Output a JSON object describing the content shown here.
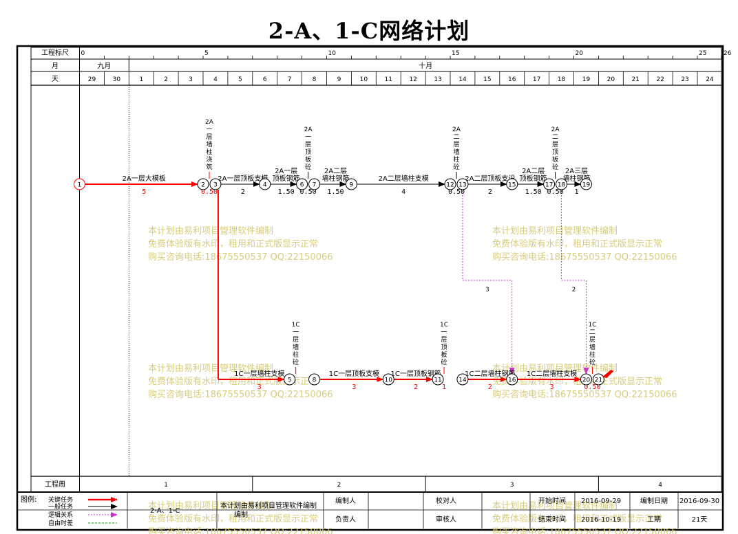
{
  "title": "2-A、1-C网络计划",
  "header": {
    "scale_label": "工程标尺",
    "month_label": "月",
    "day_label": "天",
    "week_label": "工程周",
    "scale_ticks": [
      {
        "day": 0,
        "label": "0"
      },
      {
        "day": 5,
        "label": "5"
      },
      {
        "day": 10,
        "label": "10"
      },
      {
        "day": 15,
        "label": "15"
      },
      {
        "day": 20,
        "label": "20"
      },
      {
        "day": 25,
        "label": "25"
      },
      {
        "day": 26,
        "label": "26"
      }
    ],
    "months": [
      {
        "label": "九月",
        "start": 0,
        "end": 2
      },
      {
        "label": "十月",
        "start": 2,
        "end": 26
      }
    ],
    "days": [
      "29",
      "30",
      "1",
      "2",
      "3",
      "4",
      "5",
      "6",
      "7",
      "8",
      "9",
      "10",
      "11",
      "12",
      "13",
      "14",
      "15",
      "16",
      "17",
      "18",
      "19",
      "20",
      "21",
      "22",
      "23",
      "24"
    ],
    "weeks": [
      {
        "label": "1",
        "start": 0,
        "end": 7
      },
      {
        "label": "2",
        "start": 7,
        "end": 14
      },
      {
        "label": "3",
        "start": 14,
        "end": 21
      },
      {
        "label": "4",
        "start": 21,
        "end": 26
      }
    ]
  },
  "colors": {
    "critical": "#ff0000",
    "normal": "#000000",
    "logic": "#cc33cc",
    "watermark": "#d8cc7a"
  },
  "network": {
    "nodes": [
      {
        "id": "1",
        "day": 0,
        "row": "a"
      },
      {
        "id": "2",
        "day": 5,
        "row": "a"
      },
      {
        "id": "3",
        "day": 5.5,
        "row": "a"
      },
      {
        "id": "4",
        "day": 7.5,
        "row": "a"
      },
      {
        "id": "6",
        "day": 9,
        "row": "a"
      },
      {
        "id": "7",
        "day": 9.5,
        "row": "a"
      },
      {
        "id": "9",
        "day": 11,
        "row": "a"
      },
      {
        "id": "12",
        "day": 15,
        "row": "a"
      },
      {
        "id": "13",
        "day": 15.5,
        "row": "a"
      },
      {
        "id": "15",
        "day": 17.5,
        "row": "a"
      },
      {
        "id": "17",
        "day": 19,
        "row": "a"
      },
      {
        "id": "18",
        "day": 19.5,
        "row": "a"
      },
      {
        "id": "19",
        "day": 20.5,
        "row": "a"
      },
      {
        "id": "5",
        "day": 8.5,
        "row": "b"
      },
      {
        "id": "8",
        "day": 9.5,
        "row": "b"
      },
      {
        "id": "10",
        "day": 12.5,
        "row": "b"
      },
      {
        "id": "11",
        "day": 14.5,
        "row": "b"
      },
      {
        "id": "14",
        "day": 15.5,
        "row": "b"
      },
      {
        "id": "16",
        "day": 17.5,
        "row": "b"
      },
      {
        "id": "20",
        "day": 20.5,
        "row": "b"
      },
      {
        "id": "21",
        "day": 21,
        "row": "b"
      }
    ],
    "arrows": [
      {
        "from": "1",
        "to": "2",
        "name": "2A一层大模板",
        "duration": "5",
        "critical": true
      },
      {
        "from": "3",
        "to": "4",
        "name": "2A一层顶板支模",
        "duration": "2",
        "critical": false
      },
      {
        "from": "4",
        "to": "6",
        "name": "2A一层顶板钢筋",
        "duration": "1.50",
        "critical": false
      },
      {
        "from": "7",
        "to": "9",
        "name": "2A二层墙柱钢筋",
        "duration": "1.50",
        "critical": false
      },
      {
        "from": "9",
        "to": "12",
        "name": "2A二层墙柱支模",
        "duration": "4",
        "critical": false
      },
      {
        "from": "13",
        "to": "15",
        "name": "2A二层顶板支设",
        "duration": "2",
        "critical": false
      },
      {
        "from": "15",
        "to": "17",
        "name": "2A二层顶板钢筋",
        "duration": "1.50",
        "critical": false
      },
      {
        "from": "18",
        "to": "19",
        "name": "2A三层墙柱钢筋",
        "duration": "1",
        "critical": false
      },
      {
        "from": "3",
        "to": "5",
        "name": "1C一层墙柱支模",
        "duration": "3",
        "critical": true
      },
      {
        "from": "8",
        "to": "10",
        "name": "1C一层顶板支模",
        "duration": "3",
        "critical": true
      },
      {
        "from": "10",
        "to": "11",
        "name": "1C一层顶板钢筋",
        "duration": "2",
        "critical": true
      },
      {
        "from": "14",
        "to": "16",
        "name": "1C二层墙柱钢筋",
        "duration": "2",
        "critical": true
      },
      {
        "from": "16",
        "to": "20",
        "name": "1C二层墙柱支模",
        "duration": "3",
        "critical": true
      }
    ],
    "pours": [
      {
        "node": "2",
        "name": "2A一层墙柱浇筑",
        "duration": "0.50",
        "critical": true
      },
      {
        "node": "6",
        "name": "2A一层顶板砼",
        "duration": "0.50",
        "critical": false
      },
      {
        "node": "12",
        "name": "2A二层墙柱砼",
        "duration": "0.50",
        "critical": false
      },
      {
        "node": "17",
        "name": "2A二层顶板砼",
        "duration": "0.50",
        "critical": false
      },
      {
        "node": "5",
        "name": "1C一层墙柱砼",
        "duration": "",
        "critical": true
      },
      {
        "node": "11",
        "name": "1C一层顶板砼",
        "duration": "1",
        "critical": true
      },
      {
        "node": "20",
        "name": "1C二层墙柱砼",
        "duration": "0.50",
        "critical": true
      }
    ],
    "logic_links": [
      {
        "from": "13",
        "to": "16",
        "label": "3"
      },
      {
        "from": "18",
        "to": "20",
        "label": "2"
      }
    ]
  },
  "watermark_lines": [
    "本计划由易利项目管理软件编制",
    "免费体验版有水印，租用和正式版显示正常",
    "购买咨询电话:18675550537 QQ:22150066"
  ],
  "footer": {
    "legend_label": "图例:",
    "legend": [
      {
        "label": "关键任务",
        "style": "critical"
      },
      {
        "label": "一般任务",
        "style": "normal"
      },
      {
        "label": "逻辑关系",
        "style": "logic"
      },
      {
        "label": "自由时差",
        "style": "float"
      }
    ],
    "project_name": "2-A、1-C",
    "software_note": "本计划由易利项目管理软件编制",
    "editor_label": "编制人",
    "owner_label": "负责人",
    "checker_label": "校对人",
    "reviewer_label": "审核人",
    "start_label": "开始时间",
    "start_value": "2016-09-29",
    "end_label": "结束时间",
    "end_value": "2016-10-19",
    "made_label": "编制日期",
    "made_value": "2016-09-30",
    "duration_label": "工期",
    "duration_value": "21天"
  }
}
